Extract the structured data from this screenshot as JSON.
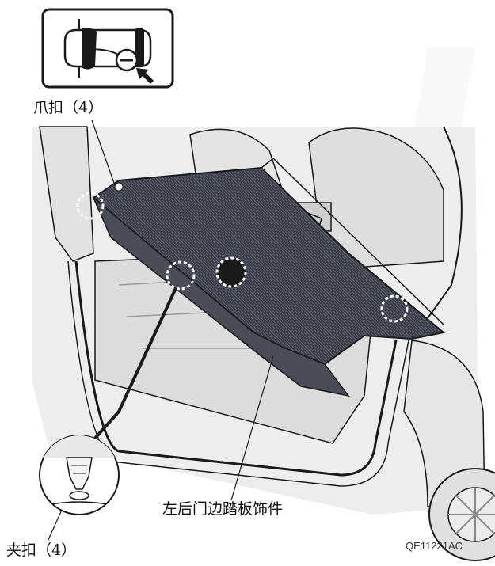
{
  "labels": {
    "claw_clip": "爪扣（4）",
    "trim_part": "左后门边踏板饰件",
    "clip": "夹扣（4）",
    "figure_code": "QE11221AC"
  },
  "colors": {
    "line": "#1a1a1a",
    "body_fill": "#e9e9e9",
    "body_shade": "#d2d2d2",
    "trim_fill": "#3a3d47",
    "trim_texture": "#5c6170",
    "watermark": "#f1f1f1"
  },
  "icons": [
    "vehicle-locator-icon",
    "pointer-arrow-icon",
    "minus-circle-icon"
  ]
}
